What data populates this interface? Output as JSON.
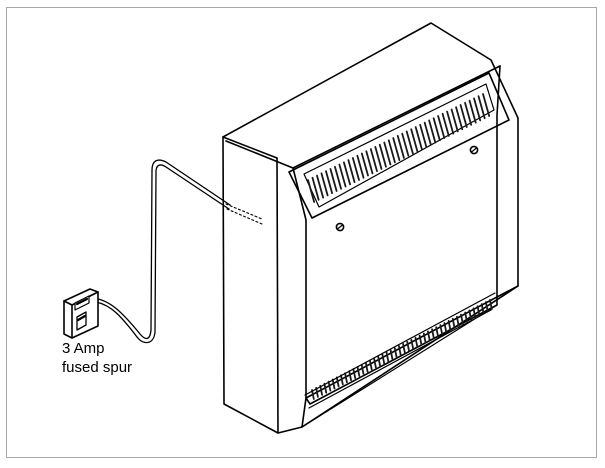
{
  "figure": {
    "caption_lines": [
      "3 Amp",
      "fused spur"
    ],
    "line_color": "#000000",
    "frame_color": "#a9a9a9",
    "grille_slot_color": "#1a1a1a",
    "components": {
      "heater": "storage-heater",
      "supply": "fused-spur-socket",
      "cable": "supply-cable"
    }
  }
}
